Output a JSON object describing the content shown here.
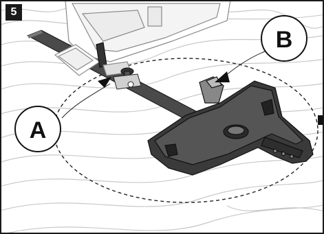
{
  "step": {
    "number": "5"
  },
  "callouts": [
    {
      "key": "a",
      "label": "A"
    },
    {
      "key": "b",
      "label": "B"
    }
  ],
  "colors": {
    "frame": "#1a1a1a",
    "wood_grain": "#c8c8c8",
    "guide_body": "#3a3a3a",
    "guide_highlight": "#5a5a5a",
    "saw_outline": "#9a9a9a"
  },
  "icons": [
    "jigsaw-icon",
    "circle-guide-icon",
    "pivot-pin-icon",
    "guide-rail-icon"
  ]
}
